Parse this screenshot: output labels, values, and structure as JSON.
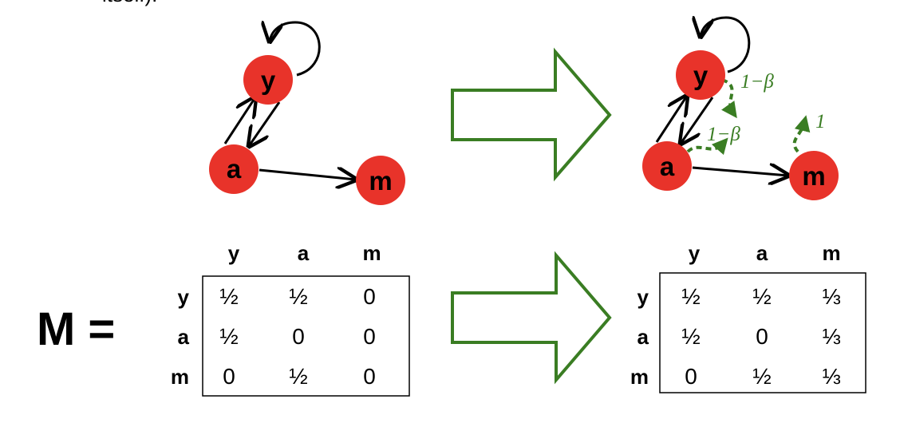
{
  "top_fragment": "itself).",
  "left_graph": {
    "nodes": [
      "y",
      "a",
      "m"
    ]
  },
  "right_graph": {
    "nodes": [
      "y",
      "a",
      "m"
    ],
    "teleport_labels": [
      "1−β",
      "1−β",
      "1"
    ]
  },
  "matrix_label": "M =",
  "left_matrix": {
    "col_headers": [
      "y",
      "a",
      "m"
    ],
    "row_headers": [
      "y",
      "a",
      "m"
    ],
    "rows": [
      [
        "½",
        "½",
        "0"
      ],
      [
        "½",
        "0",
        "0"
      ],
      [
        "0",
        "½",
        "0"
      ]
    ]
  },
  "right_matrix": {
    "col_headers": [
      "y",
      "a",
      "m"
    ],
    "row_headers": [
      "y",
      "a",
      "m"
    ],
    "rows": [
      [
        "½",
        "½",
        "⅓"
      ],
      [
        "½",
        "0",
        "⅓"
      ],
      [
        "0",
        "½",
        "⅓"
      ]
    ]
  },
  "colors": {
    "node": "#e8332a",
    "arrow_green": "#3a7d23",
    "dashed_green": "#3a7d23"
  }
}
